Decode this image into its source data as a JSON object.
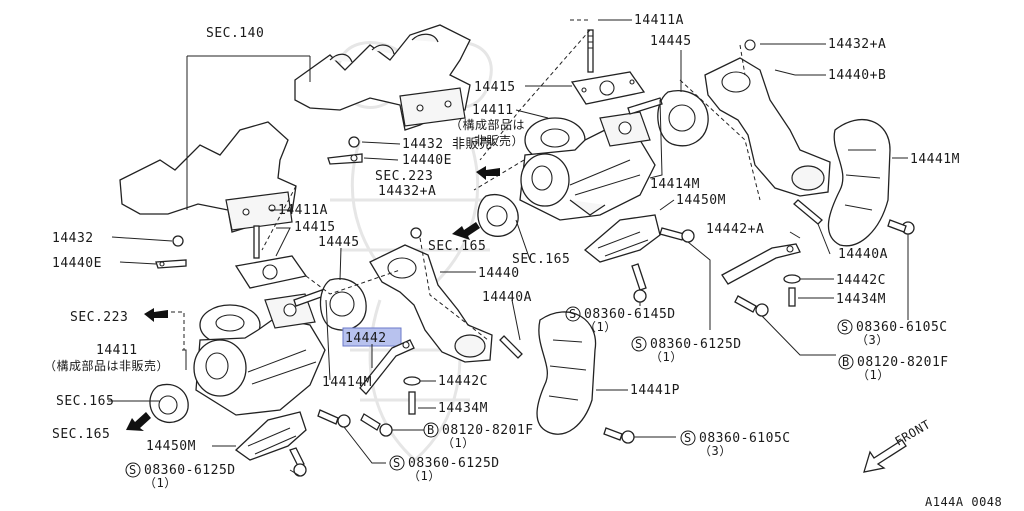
{
  "diagram": {
    "reference_code": "A144A 0048",
    "front_label": "FRONT",
    "highlighted_part": "14442",
    "labels": {
      "sec140": "SEC.140",
      "p14411a_top": "14411A",
      "p14445_top": "14445",
      "p14432a_top": "14432+A",
      "p14440b": "14440+B",
      "p14415_top": "14415",
      "p14411_top": "14411",
      "note_top_1": "（構成部品は",
      "note_top_2": "非販売）",
      "p14432_mid": "14432 非販売",
      "p14440e_mid": "14440E",
      "sec223_mid": "SEC.223",
      "p14432a_mid": "14432+A",
      "p14441m": "14441M",
      "p14414m_top": "14414M",
      "p14450m_top": "14450M",
      "p14411a_left": "14411A",
      "p14415_left": "14415",
      "p14432_left": "14432",
      "p14445_left": "14445",
      "sec165_mid": "SEC.165",
      "sec165_mid2": "SEC.165",
      "p14442a": "14442+A",
      "p14440a_right": "14440A",
      "p14440e_left": "14440E",
      "p14440": "14440",
      "p14442c_right": "14442C",
      "p14434m_right": "14434M",
      "p14440a_mid": "14440A",
      "bolt_6145d": "08360-6145D",
      "qty_6145d": "（1）",
      "bolt_6105c_right": "08360-6105C",
      "qty_6105c_right": "（3）",
      "sec223_left": "SEC.223",
      "bolt_6125d_mid": "08360-6125D",
      "qty_6125d_mid": "（1）",
      "p14411_left": "14411",
      "note_left": "（構成部品は非販売）",
      "p14414m_left": "14414M",
      "p14442c_mid": "14442C",
      "bolt_8201f_right": "08120-8201F",
      "qty_8201f_right": "（1）",
      "p14441p": "14441P",
      "sec165_left": "SEC.165",
      "p14434m_mid": "14434M",
      "sec165_left2": "SEC.165",
      "bolt_8201f_mid": "08120-8201F",
      "qty_8201f_mid": "（1）",
      "bolt_6105c_bottom": "08360-6105C",
      "qty_6105c_bottom": "（3）",
      "p14450m_left": "14450M",
      "bolt_6125d_bottom": "08360-6125D",
      "qty_6125d_bottom": "（1）",
      "bolt_6125d_left": "08360-6125D",
      "qty_6125d_left": "（1）"
    },
    "prefix_symbols": {
      "s": "S",
      "b": "B"
    }
  }
}
